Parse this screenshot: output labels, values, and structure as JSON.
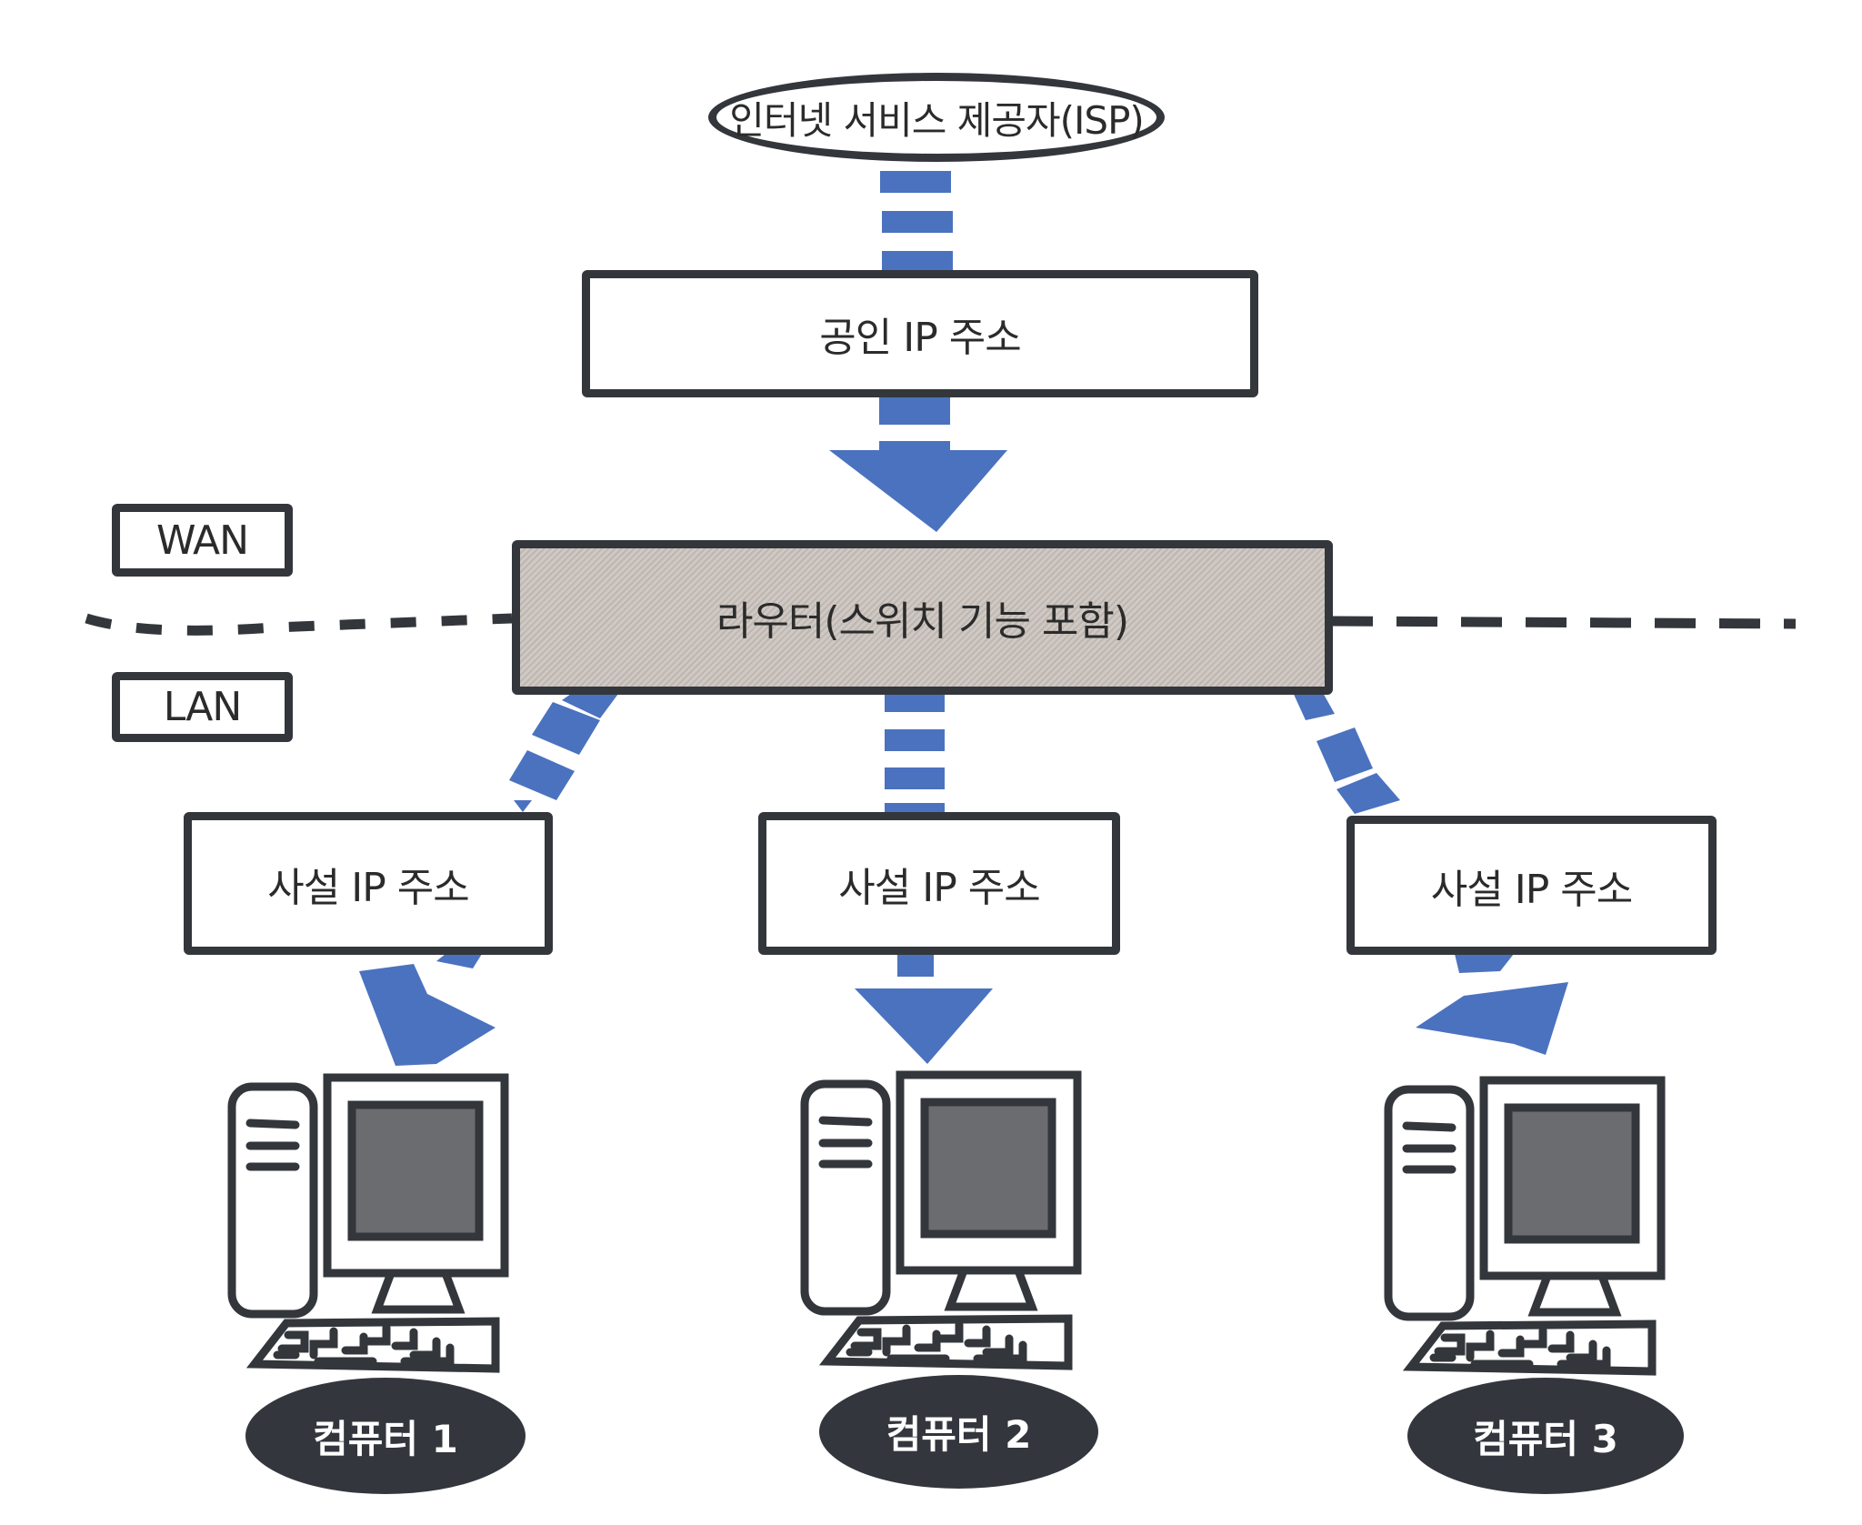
{
  "colors": {
    "arrow": "#4a72bf",
    "outline": "#33363b",
    "router_fill": "#c6bfba",
    "screen": "#6b6c70",
    "label_pill": "#33363d"
  },
  "isp": {
    "label": "인터넷 서비스 제공자(ISP)"
  },
  "public_ip": {
    "label": "공인 IP 주소"
  },
  "router": {
    "label": "라우터(스위치 기능 포함)"
  },
  "zones": {
    "wan": "WAN",
    "lan": "LAN"
  },
  "private_ips": [
    {
      "label": "사설 IP 주소"
    },
    {
      "label": "사설 IP 주소"
    },
    {
      "label": "사설 IP 주소"
    }
  ],
  "computers": [
    {
      "label": "컴퓨터 1",
      "icon": "desktop-computer-icon"
    },
    {
      "label": "컴퓨터 2",
      "icon": "desktop-computer-icon"
    },
    {
      "label": "컴퓨터 3",
      "icon": "desktop-computer-icon"
    }
  ]
}
